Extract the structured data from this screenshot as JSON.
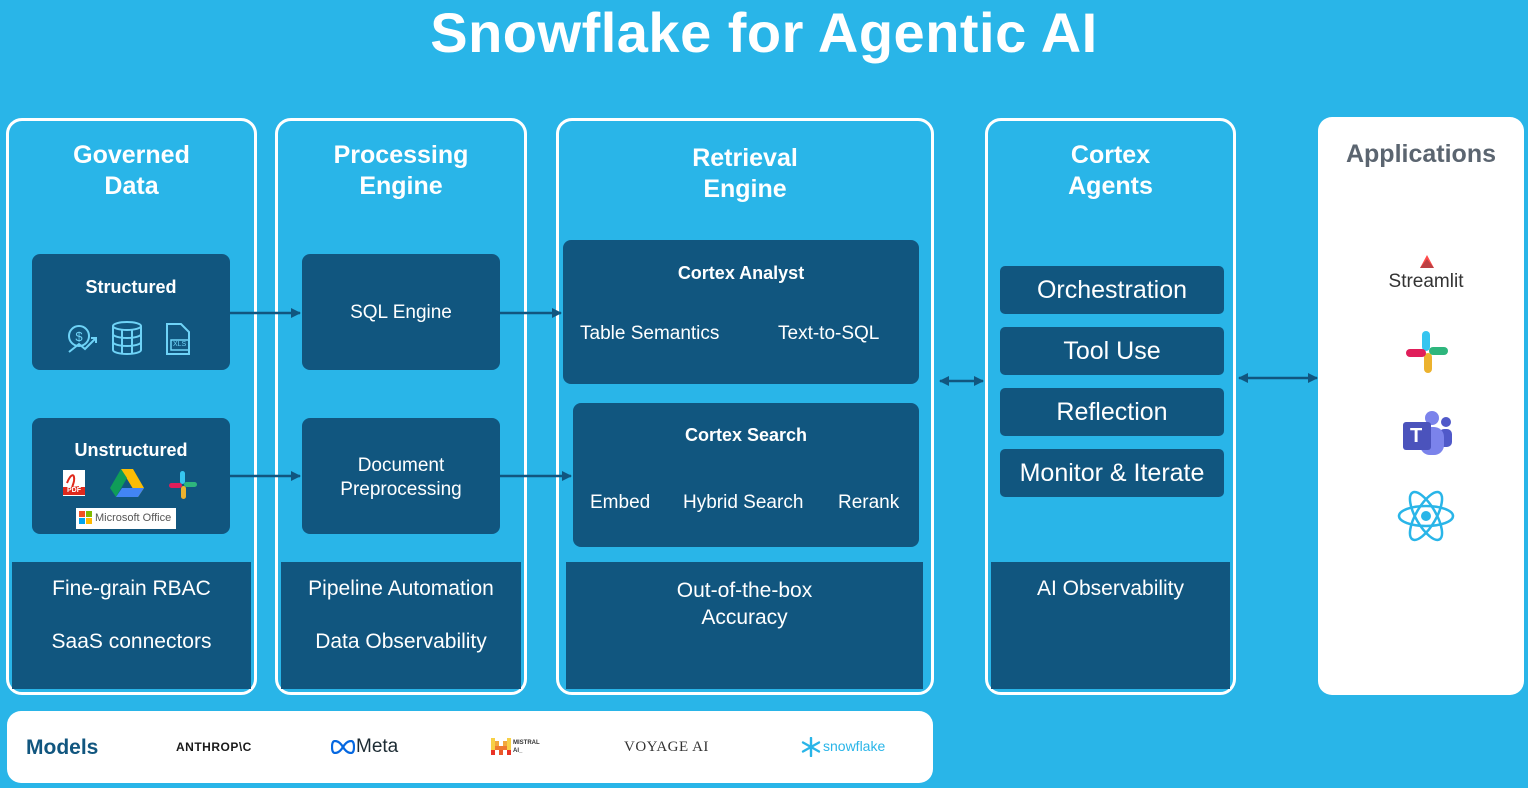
{
  "title": "Snowflake for Agentic AI",
  "governed": {
    "heading": "Governed\nData",
    "structured": "Structured",
    "unstructured": "Unstructured",
    "ms_office": "Microsoft Office",
    "pdf": "PDF",
    "xls": "XLS",
    "footer": [
      "Fine-grain RBAC",
      "SaaS connectors"
    ]
  },
  "processing": {
    "heading": "Processing\nEngine",
    "sql_engine": "SQL Engine",
    "doc_pre": "Document\nPreprocessing",
    "footer": [
      "Pipeline Automation",
      "Data Observability"
    ]
  },
  "retrieval": {
    "heading": "Retrieval\nEngine",
    "analyst": {
      "title": "Cortex Analyst",
      "items": [
        "Table Semantics",
        "Text-to-SQL"
      ]
    },
    "search": {
      "title": "Cortex Search",
      "items": [
        "Embed",
        "Hybrid Search",
        "Rerank"
      ]
    },
    "footer": "Out-of-the-box\nAccuracy"
  },
  "agents": {
    "heading": "Cortex\nAgents",
    "items": [
      "Orchestration",
      "Tool Use",
      "Reflection",
      "Monitor & Iterate"
    ],
    "footer": "AI Observability"
  },
  "applications": {
    "heading": "Applications",
    "streamlit": "Streamlit",
    "teams": "T"
  },
  "models": {
    "label": "Models",
    "anthropic": "ANTHROP\\C",
    "meta": "Meta",
    "mistral": "MISTRAL AI_",
    "voyage": "VOYAGE AI",
    "snowflake": "snowflake"
  },
  "colors": {
    "background": "#29b5e8",
    "dark_box": "#11567f",
    "white": "#ffffff"
  }
}
